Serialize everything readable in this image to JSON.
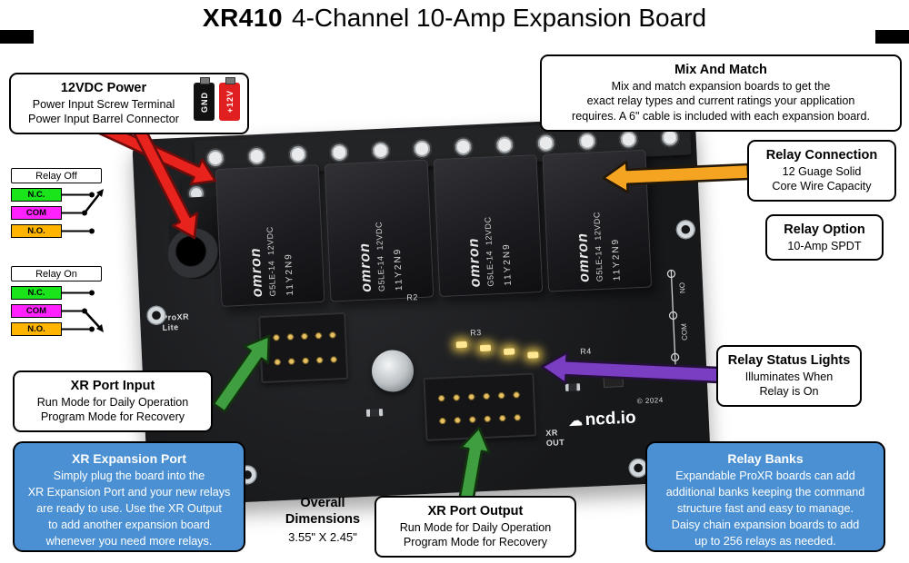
{
  "header": {
    "model": "XR410",
    "title": "4-Channel 10-Amp Expansion Board"
  },
  "power": {
    "title": "12VDC Power",
    "lines": [
      "Power Input Screw Terminal",
      "Power Input Barrel Connector"
    ],
    "gnd": "GND",
    "v12": "+12V"
  },
  "legend_off": {
    "label": "Relay Off",
    "nc": "N.C.",
    "com": "COM",
    "no": "N.O."
  },
  "legend_on": {
    "label": "Relay On",
    "nc": "N.C.",
    "com": "COM",
    "no": "N.O."
  },
  "mix_match": {
    "title": "Mix And Match",
    "lines": [
      "Mix and match expansion boards to get the",
      "exact relay types and current ratings your application",
      "requires. A 6\" cable is included with each expansion board."
    ]
  },
  "relay_connection": {
    "title": "Relay Connection",
    "lines": [
      "12 Guage Solid",
      "Core Wire Capacity"
    ]
  },
  "relay_option": {
    "title": "Relay Option",
    "lines": [
      "10-Amp SPDT"
    ]
  },
  "relay_status": {
    "title": "Relay Status Lights",
    "lines": [
      "Illuminates When",
      "Relay is On"
    ]
  },
  "xr_input": {
    "title": "XR Port Input",
    "lines": [
      "Run Mode for Daily Operation",
      "Program Mode for Recovery"
    ]
  },
  "xr_expansion": {
    "title": "XR Expansion Port",
    "lines": [
      "Simply plug the board into the",
      "XR Expansion Port and your new relays",
      "are ready to use. Use the XR Output",
      "to add another expansion board",
      "whenever you need more relays."
    ]
  },
  "dimensions": {
    "line1": "Overall",
    "line2": "Dimensions",
    "value": "3.55\" X 2.45\""
  },
  "xr_output": {
    "title": "XR Port Output",
    "lines": [
      "Run Mode for Daily Operation",
      "Program Mode for Recovery"
    ]
  },
  "relay_banks": {
    "title": "Relay Banks",
    "lines": [
      "Expandable ProXR boards can add",
      "additional banks keeping the command",
      "structure fast and easy to manage.",
      "Daisy chain expansion boards to add",
      "up to 256 relays as needed."
    ]
  },
  "board": {
    "brand": "omron",
    "model": "G5LE-14",
    "voltage": "12VDC",
    "code": "11Y2N9",
    "logo": "ncd.io",
    "copyright": "© 2024",
    "xr1": "XR",
    "xr2": "OUT",
    "r2": "R2",
    "r3": "R3",
    "r4": "R4",
    "proxr": "ProXR",
    "lite": "Lite",
    "no_label": "NO",
    "com_label": "COM"
  },
  "colors": {
    "nc_green": "#1ae51a",
    "com_magenta": "#ff22ff",
    "no_orange": "#ffb400",
    "callout_blue": "#4a90d2",
    "arrow_red": "#e8231d",
    "arrow_orange": "#f4a420",
    "arrow_purple": "#7a3ec2",
    "arrow_green": "#3f9e3f"
  }
}
